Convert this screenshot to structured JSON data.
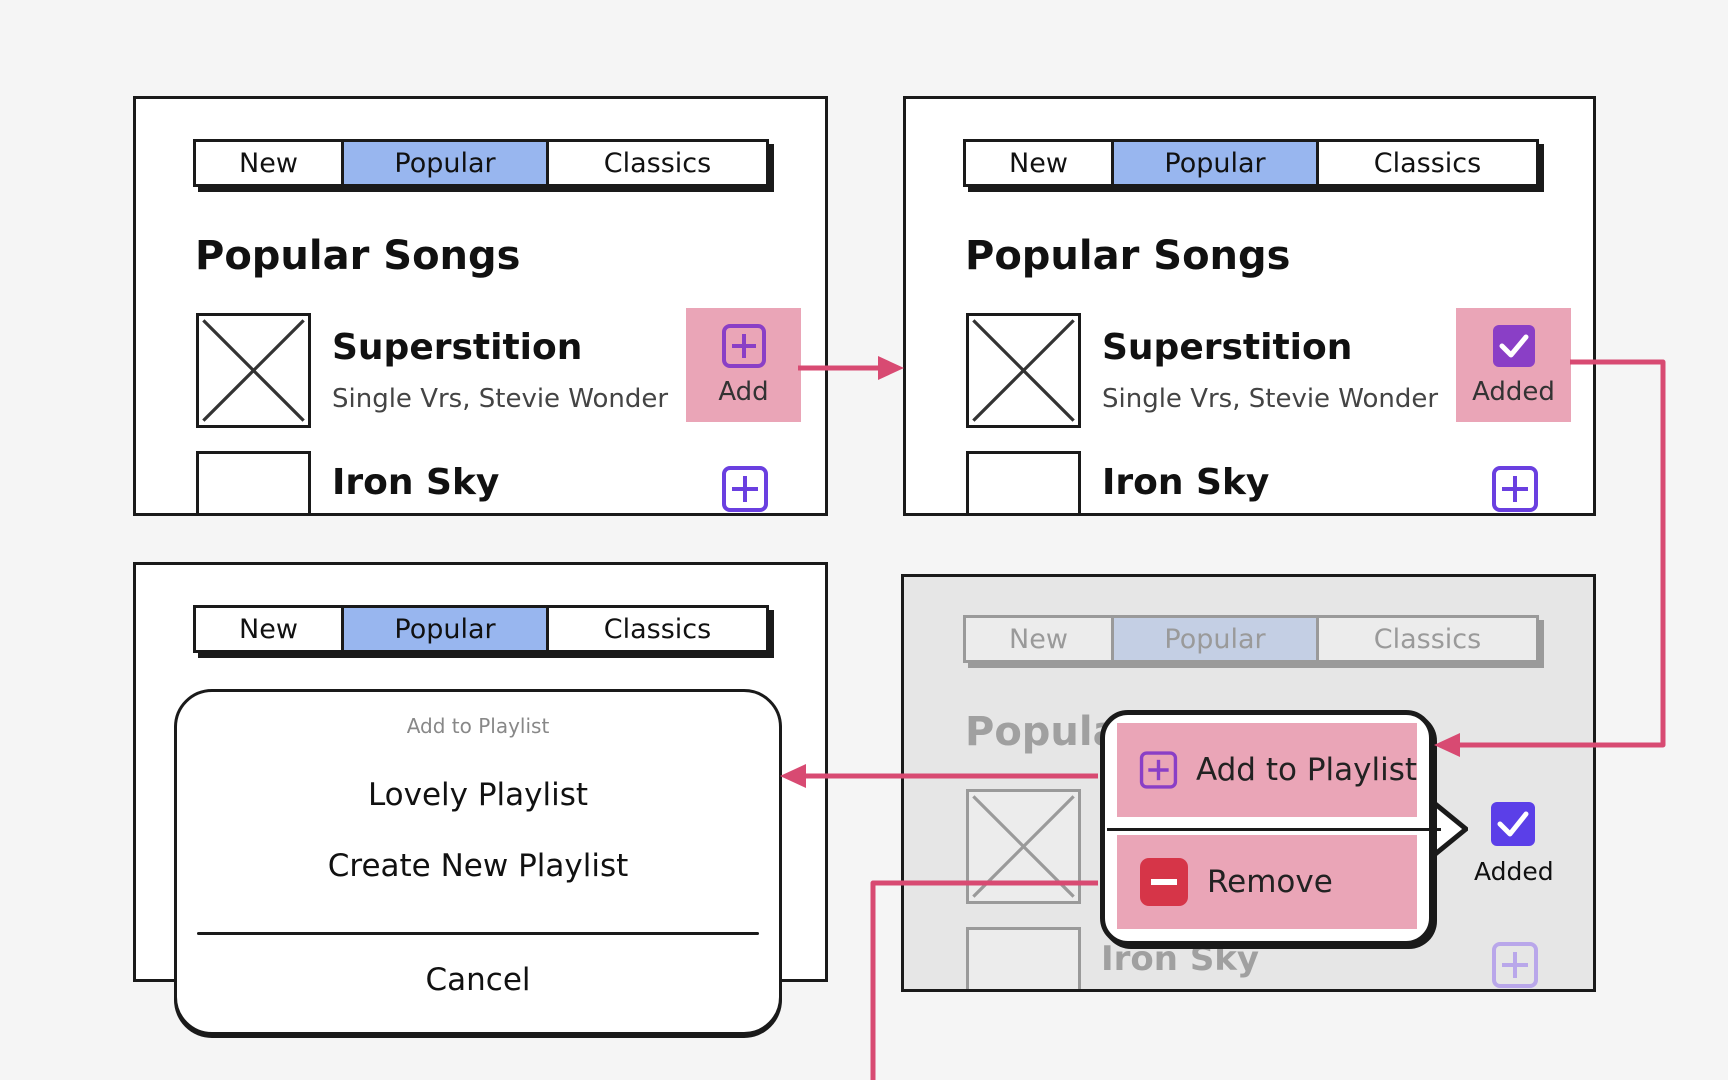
{
  "tabs": [
    "New",
    "Popular",
    "Classics"
  ],
  "page_heading": "Popular Songs",
  "songs": [
    {
      "title": "Superstition",
      "subtitle": "Single Vrs,  Stevie Wonder"
    },
    {
      "title": "Iron Sky"
    }
  ],
  "add_label": "Add",
  "added_label": "Added",
  "heading_cut": "Popula",
  "context_menu": {
    "add_to_playlist": "Add to Playlist",
    "remove": "Remove"
  },
  "sheet": {
    "title": "Add to Playlist",
    "items": [
      "Lovely Playlist",
      "Create New Playlist"
    ],
    "cancel": "Cancel"
  },
  "colors": {
    "active_tab": "#98b6ef",
    "highlight": "#eaa5b7",
    "arrow": "#d84a72",
    "add_icon": "#6a3fe0",
    "check": "#6a3fe0",
    "remove_icon": "#d63548"
  }
}
